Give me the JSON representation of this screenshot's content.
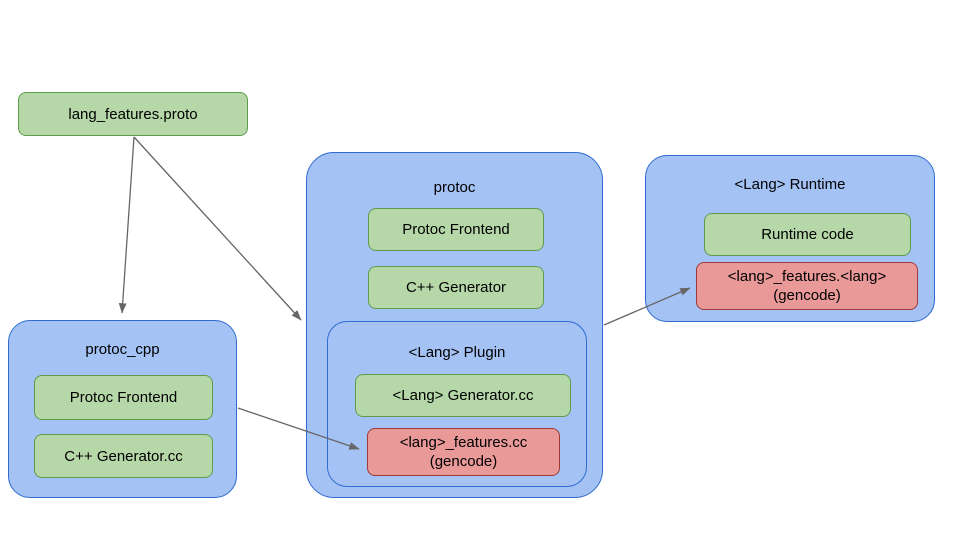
{
  "diagram": {
    "proto_file": {
      "label": "lang_features.proto"
    },
    "protoc_cpp": {
      "title": "protoc_cpp",
      "frontend": "Protoc Frontend",
      "generator": "C++ Generator.cc"
    },
    "protoc": {
      "title": "protoc",
      "frontend": "Protoc Frontend",
      "generator": "C++ Generator",
      "plugin": {
        "title": "<Lang> Plugin",
        "generator": "<Lang> Generator.cc",
        "features_line1": "<lang>_features.cc",
        "features_line2": "(gencode)"
      }
    },
    "runtime": {
      "title": "<Lang> Runtime",
      "runtime_code": "Runtime code",
      "features_line1": "<lang>_features.<lang>",
      "features_line2": "(gencode)"
    },
    "edges": [
      {
        "from": "lang_features.proto",
        "to": "protoc_cpp"
      },
      {
        "from": "lang_features.proto",
        "to": "protoc"
      },
      {
        "from": "protoc_cpp",
        "to": "<lang>_features.cc (gencode)"
      },
      {
        "from": "protoc / <Lang> Plugin",
        "to": "<lang>_features.<lang> (gencode)"
      }
    ],
    "colors": {
      "group_fill": "#a4c2f4",
      "group_border": "#2f6bd1",
      "artifact_fill": "#b6d7a8",
      "artifact_border": "#5e9c4b",
      "gencode_fill": "#ea9999",
      "gencode_border": "#9e3a38",
      "arrow": "#666666",
      "text": "#000000",
      "background": "#ffffff"
    }
  }
}
